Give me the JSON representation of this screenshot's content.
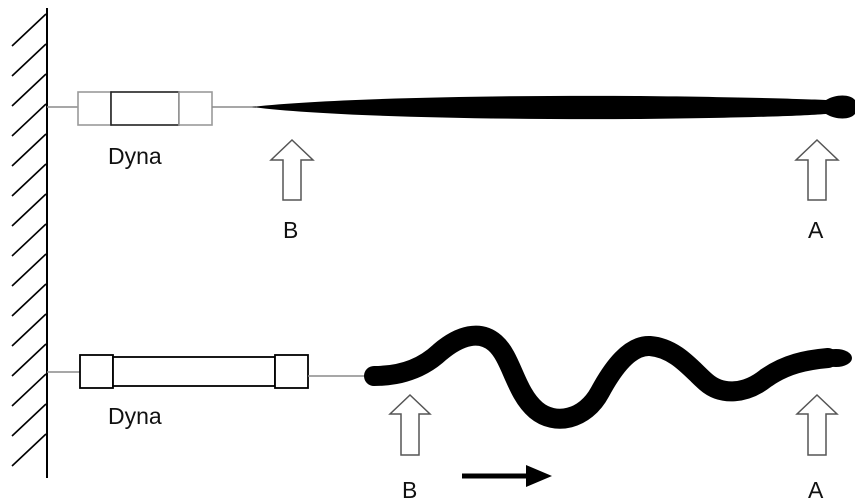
{
  "panels": [
    {
      "id": "top",
      "state": "straight",
      "device_label": "Dyna",
      "markers": [
        {
          "label": "B"
        },
        {
          "label": "A"
        }
      ]
    },
    {
      "id": "bottom",
      "state": "undulating",
      "device_label": "Dyna",
      "markers": [
        {
          "label": "B"
        },
        {
          "label": "A"
        }
      ],
      "motion_direction": "right"
    }
  ],
  "colors": {
    "ink": "#000000",
    "top_device_stroke": "#9a9a9a",
    "bottom_device_stroke": "#000000",
    "tether": "#8a8a8a",
    "arrow_stroke": "#555555"
  }
}
